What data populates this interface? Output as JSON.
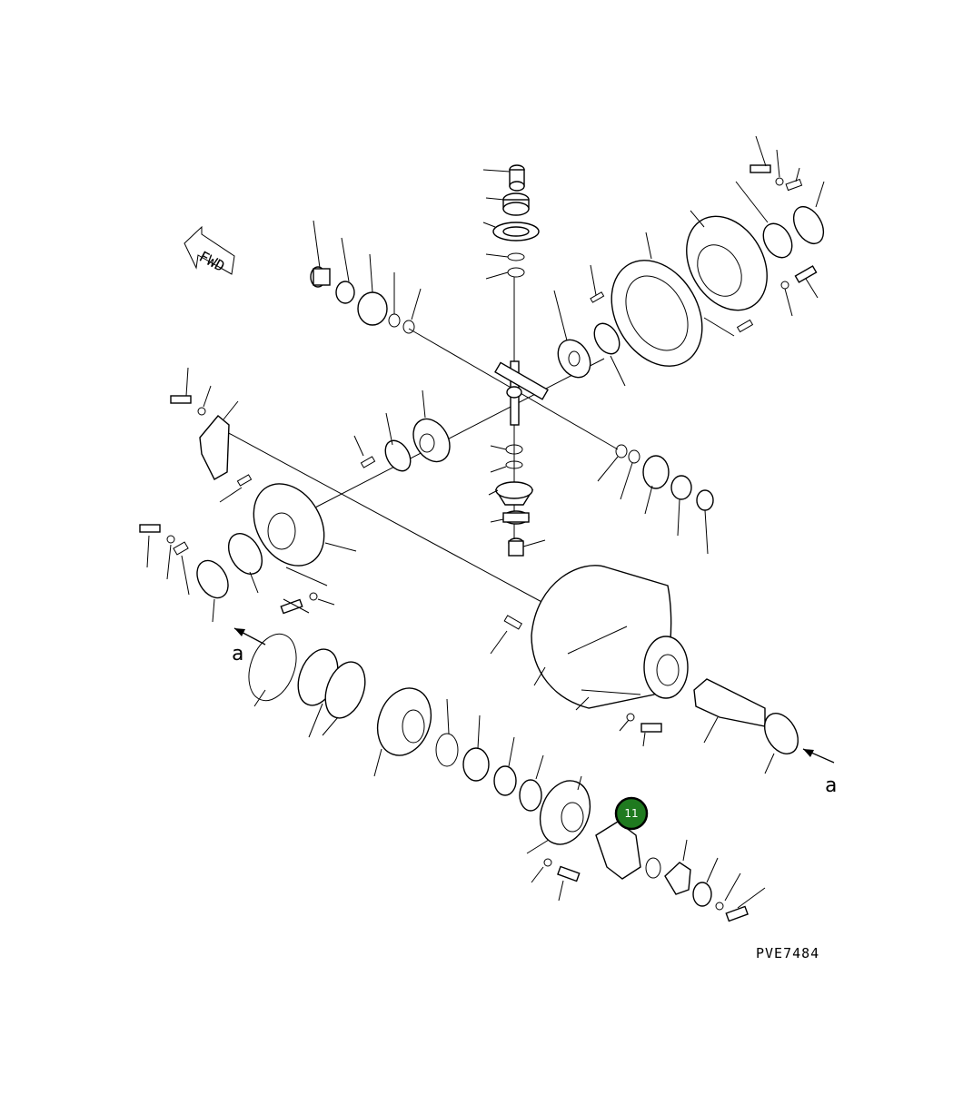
{
  "diagram": {
    "fwd_label": "FWD",
    "view_marker_left": "a",
    "view_marker_right": "a",
    "drawing_code": "PVE7484",
    "callouts": [
      {
        "number": "11",
        "color": "#1f7a1f"
      }
    ]
  }
}
